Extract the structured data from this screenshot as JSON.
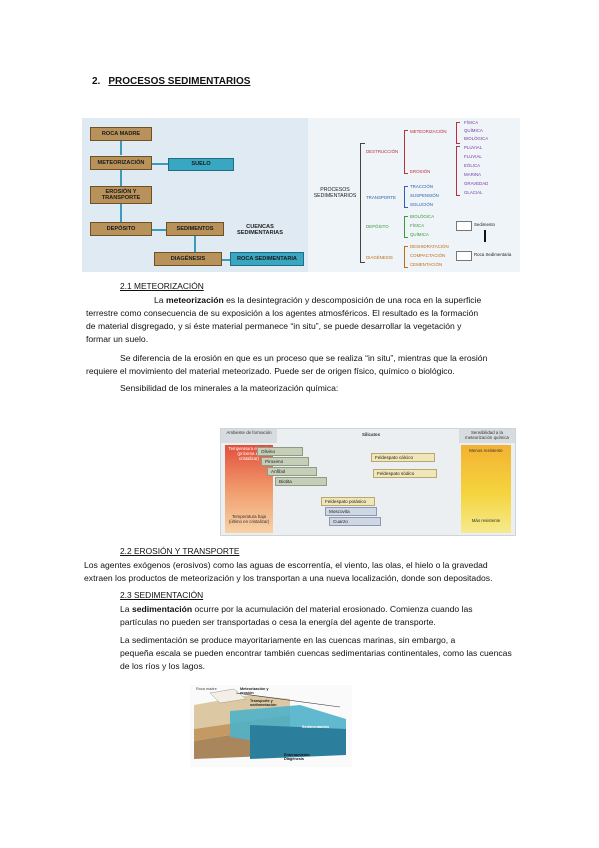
{
  "section": {
    "number": "2.",
    "title": "PROCESOS SEDIMENTARIOS"
  },
  "flow": {
    "roca_madre": "ROCA MADRE",
    "meteorizacion": "METEORIZACIÓN",
    "suelo": "SUELO",
    "erosion": "EROSIÓN Y TRANSPORTE",
    "deposito": "DEPÓSITO",
    "sedimentos": "SEDIMENTOS",
    "cuencas": "CUENCAS SEDIMENTARIAS",
    "diagenesis": "DIAGÉNESIS",
    "roca_sed": "ROCA SEDIMENTARIA"
  },
  "tree": {
    "root": "PROCESOS SEDIMENTARIOS",
    "destruccion": "DESTRUCCIÓN",
    "meteorizacion": "METEORIZACIÓN",
    "erosion": "EROSIÓN",
    "transporte": "TRANSPORTE",
    "deposito": "DEPÓSITO",
    "diagenesis": "DIAGÉNESIS",
    "met_types": [
      "FÍSICA",
      "QUÍMICA",
      "BIOLÓGICA"
    ],
    "ero_types": [
      "PLUVIAL",
      "FLUVIAL",
      "EÓLICA",
      "MARINA",
      "GRAVEDAD",
      "GLACIAL"
    ],
    "tra_types": [
      "TRACCIÓN",
      "SUSPENSIÓN",
      "SOLUCIÓN"
    ],
    "dep_types": [
      "BIOLÓGICA",
      "FÍSICA",
      "QUÍMICA"
    ],
    "dia_types": [
      "DESHIDRATACIÓN",
      "COMPACTACIÓN",
      "CEMENTACIÓN"
    ],
    "sedimento": "Sedimento",
    "roca_sed": "Roca Sedimentaria"
  },
  "s21": {
    "heading": "2.1 METEORIZACIÓN",
    "p1_pre": "La ",
    "p1_bold": "meteorización",
    "p1_post": " es la desintegración y descomposición de una roca en la superficie",
    "p1_l2": "terrestre como consecuencia de su exposición a los agentes atmosféricos. El resultado es la formación",
    "p1_l3": "de material disgregado, y si éste material permanece “in situ”, se puede desarrollar la vegetación y",
    "p1_l4": "formar un suelo.",
    "p2_l1": "Se diferencia de la erosión en que es un proceso que se realiza “in situ”, mientras que la erosión",
    "p2_l2": "requiere el movimiento del material meteorizado. Puede ser de origen físico, químico o biológico.",
    "p3": "Sensibilidad de los minerales a la mateorización química:"
  },
  "mineral_chart": {
    "h_left": "Ambiente de formación",
    "h_mid": "Silicatos",
    "h_right": "Sensibilidad a la meteorización química",
    "temp_high": "Temperatura elevada (próxima en cristalizar)",
    "temp_low": "Temperatura baja (último en cristalizar)",
    "menos": "Menos resistente",
    "mas": "Más resistente",
    "minerals_l": [
      "Olivino",
      "Piroxeno",
      "Anfíbol",
      "Biotita"
    ],
    "minerals_r": [
      "Feldespato cálcico",
      "Feldespato sódico"
    ],
    "minerals_b": [
      "Feldespato potásico",
      "Moscovita",
      "Cuarzo"
    ]
  },
  "s22": {
    "heading": "2.2 EROSIÓN Y TRANSPORTE",
    "l1": "Los agentes exógenos (erosivos) como las aguas de escorrentía, el viento, las olas, el hielo o la gravedad",
    "l2": "extraen los productos de meteorización y los transportan a una nueva localización, donde son depositados."
  },
  "s23": {
    "heading": "2.3 SEDIMENTACIÓN",
    "p1_pre": "La ",
    "p1_bold": "sedimentación",
    "p1_post": " ocurre por la acumulación del material erosionado. Comienza cuando las",
    "p1_l2": "partículas no pueden ser transportadas o cesa la energía del agente de transporte.",
    "p2_l1": "La sedimentación se produce mayoritariamente en las cuencas marinas, sin embargo, a",
    "p2_l2": "pequeña escala se pueden encontrar también cuencas sedimentarias continentales, como las cuencas",
    "p2_l3": "de los ríos y los lagos."
  },
  "sed_diagram": {
    "l1": "Meteorización y erosión",
    "l2": "Transporte y sedimentación",
    "l3": "Sedimentación",
    "l4": "Enterramiento Diagénesis",
    "l5": "Roca madre"
  }
}
